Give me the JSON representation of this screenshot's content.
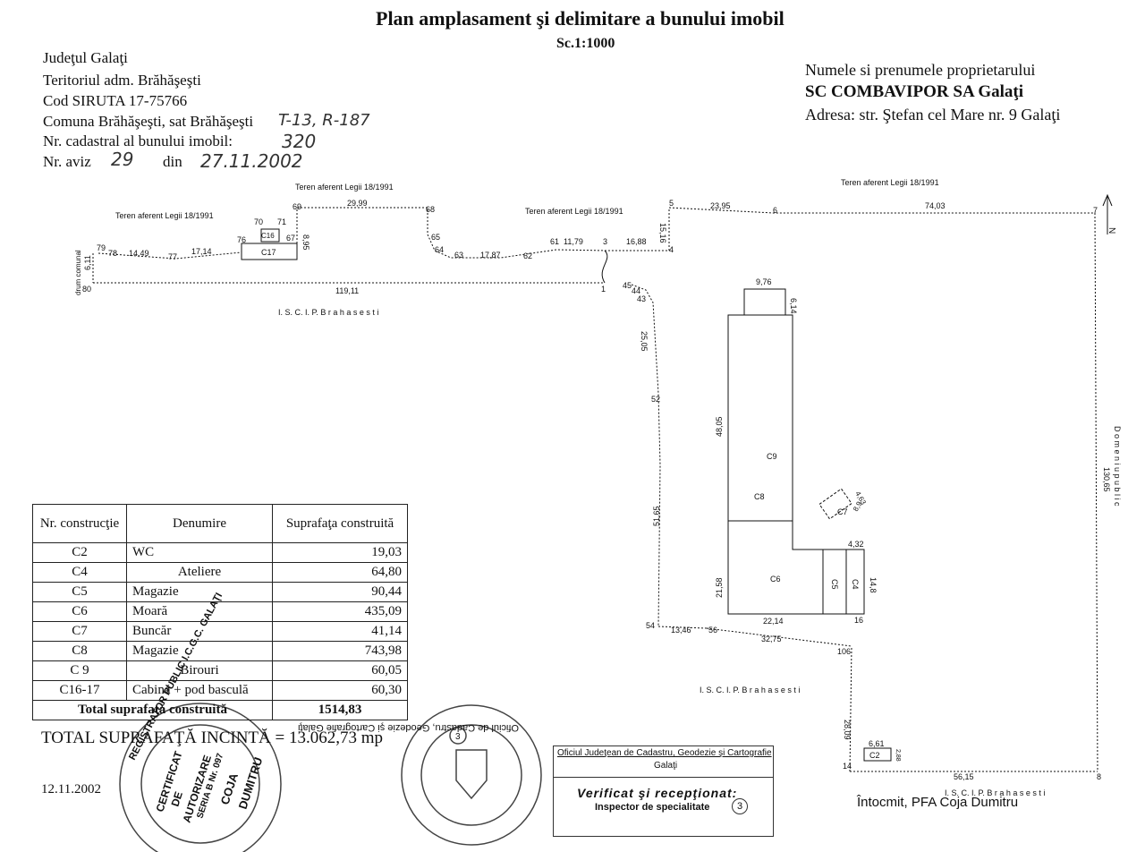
{
  "header": {
    "title": "Plan amplasament şi delimitare a bunului imobil",
    "scale": "Sc.1:1000",
    "lines": [
      "Judeţul Galaţi",
      "Teritoriul adm. Brăhăşeşti",
      "Cod SIRUTA 17-75766",
      "Comuna Brăhăşeşti, sat Brăhăşeşti",
      "Nr. cadastral al bunului imobil:",
      "Nr. aviz"
    ],
    "handwritten_tr": "T-13, R-187",
    "cadastral_no": "320",
    "aviz_no": "29",
    "aviz_din": "din",
    "aviz_date": "27.11.2002"
  },
  "owner": {
    "label": "Numele si prenumele proprietarului",
    "name": "SC COMBAVIPOR SA Galaţi",
    "address": "Adresa: str. Ştefan cel Mare nr. 9 Galaţi"
  },
  "plan_labels": {
    "teren1": "Teren aferent Legii 18/1991",
    "teren2": "Teren aferent Legii 18/1991",
    "teren3": "Teren aferent Legii 18/1991",
    "teren4": "Teren aferent Legii 18/1991",
    "drum": "drum comunal",
    "iscip1": "I. S. C. I. P. B r a h a s e s t i",
    "iscip2": "I. S. C. I. P. B r a h a s e s t i",
    "iscip3": "I. S. C. I. P. B r a h a s e s t i",
    "domeniu": "D o m e n i u   p u b l i c"
  },
  "table": {
    "headers": [
      "Nr. construcţie",
      "Denumire",
      "Suprafaţa construită"
    ],
    "rows": [
      {
        "nr": "C2",
        "den": "WC",
        "sup": "19,03"
      },
      {
        "nr": "C4",
        "den": "Ateliere",
        "sup": "64,80"
      },
      {
        "nr": "C5",
        "den": "Magazie",
        "sup": "90,44"
      },
      {
        "nr": "C6",
        "den": "Moară",
        "sup": "435,09"
      },
      {
        "nr": "C7",
        "den": "Buncăr",
        "sup": "41,14"
      },
      {
        "nr": "C8",
        "den": "Magazie",
        "sup": "743,98"
      },
      {
        "nr": "C 9",
        "den": "Birouri",
        "sup": "60,05"
      },
      {
        "nr": "C16-17",
        "den": "Cabină + pod basculă",
        "sup": "60,30"
      }
    ],
    "total_label": "Total suprafaţă construită",
    "total_value": "1514,83"
  },
  "incinta": "TOTAL SUPRAFAŢĂ INCINTĂ = 13.062,73 mp",
  "date": "12.11.2002",
  "intocmit": "Întocmit, PFA Coja Dumitru",
  "verification": {
    "office": "Oficiul Judeţean de Cadastru, Geodezie şi Cartografie",
    "city": "Galaţi",
    "verified": "Verificat şi recepţionat:",
    "inspector": "Inspector de specialitate",
    "number": "3"
  },
  "stamp1": {
    "ring": "REGISTRATOR  PUBLIC  I.C.G.C. GALAŢI",
    "line1": "CERTIFICAT",
    "line2": "DE",
    "line3": "AUTORIZARE",
    "line4": "SERIA B Nr. 097",
    "name1": "COJA",
    "name2": "DUMITRU"
  },
  "stamp2": {
    "ring": "Oficiul de Cadastru, Geodezie şi Cartografie Galaţi",
    "number": "3"
  }
}
